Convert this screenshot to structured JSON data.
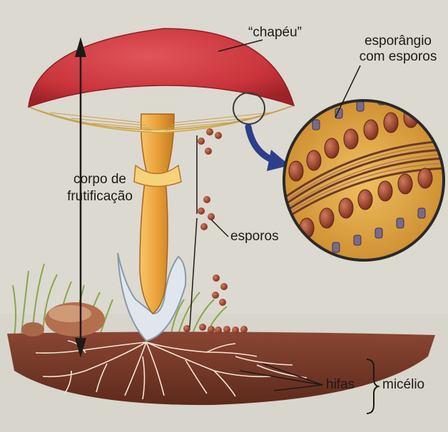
{
  "labels": {
    "cap": "“chapéu”",
    "sporangium_line1": "esporângio",
    "sporangium_line2": "com esporos",
    "fruiting_body_line1": "corpo de",
    "fruiting_body_line2": "frutificação",
    "spores": "esporos",
    "hyphae": "hifas",
    "mycelium": "micélio"
  },
  "colors": {
    "page": "#dcd9d0",
    "cap": "#c8343a",
    "gills": "#f2d98a",
    "stem": "#e9a23a",
    "soil": "#7a3b2a",
    "hyphae": "#f3e6d2",
    "spore": "#9b3f2c",
    "magnifier_bg": "#e3ab3c",
    "arrow": "#2c3e8c",
    "text": "#1e1a17"
  }
}
